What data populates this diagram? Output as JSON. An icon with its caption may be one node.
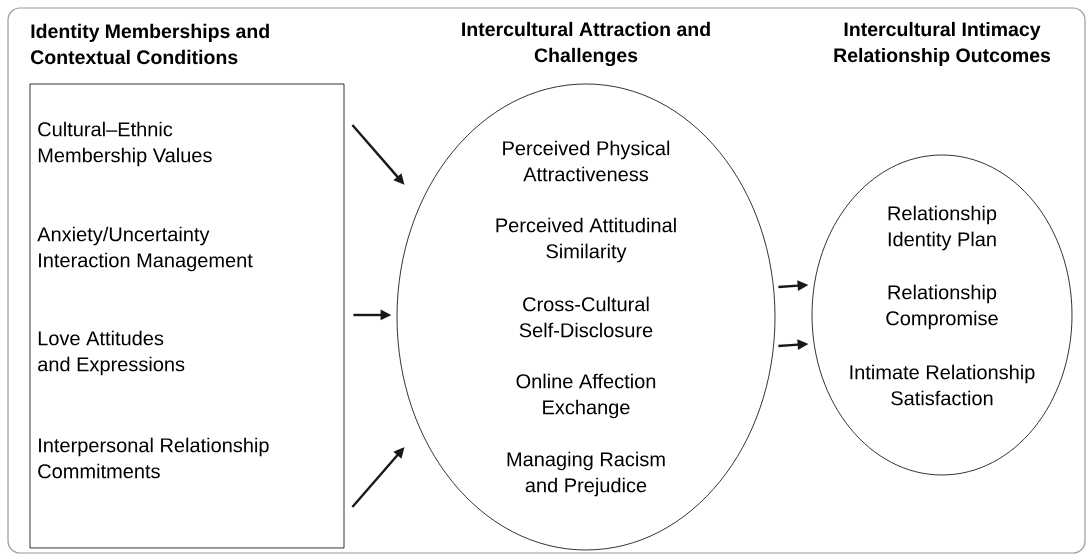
{
  "diagram": {
    "nodes": [
      {
        "text": [
          "Cultural–Ethnic Membership Values",
          "Anxiety/Uncertainty Interaction Management",
          "Love Attitudes and Expressions",
          "Interpersonal Relationship Commitments"
        ]
      },
      {
        "text": [
          "Perceived Physical Attractiveness",
          "Perceived Attitudinal Similarity",
          "Cross-Cultural Self-Disclosure",
          "Online Affection Exchange",
          "Managing Racism and Prejudice"
        ]
      },
      {
        "text": [
          "Relationship Identity Plan",
          "Relationship Compromise",
          "Intimate Relationship Satisfaction"
        ]
      }
    ],
    "edges": [
      {
        "from": 0,
        "to": 1,
        "arrow": "to"
      },
      {
        "from": 0,
        "to": 1,
        "arrow": "to"
      },
      {
        "from": 0,
        "to": 1,
        "arrow": "to"
      },
      {
        "from": 1,
        "to": 2,
        "arrow": "to"
      },
      {
        "from": 1,
        "to": 2,
        "arrow": "to"
      }
    ],
    "labels": [
      "Identity Memberships and Contextual Conditions",
      "Intercultural Attraction and Challenges",
      "Intercultural Intimacy Relationship Outcomes"
    ]
  }
}
